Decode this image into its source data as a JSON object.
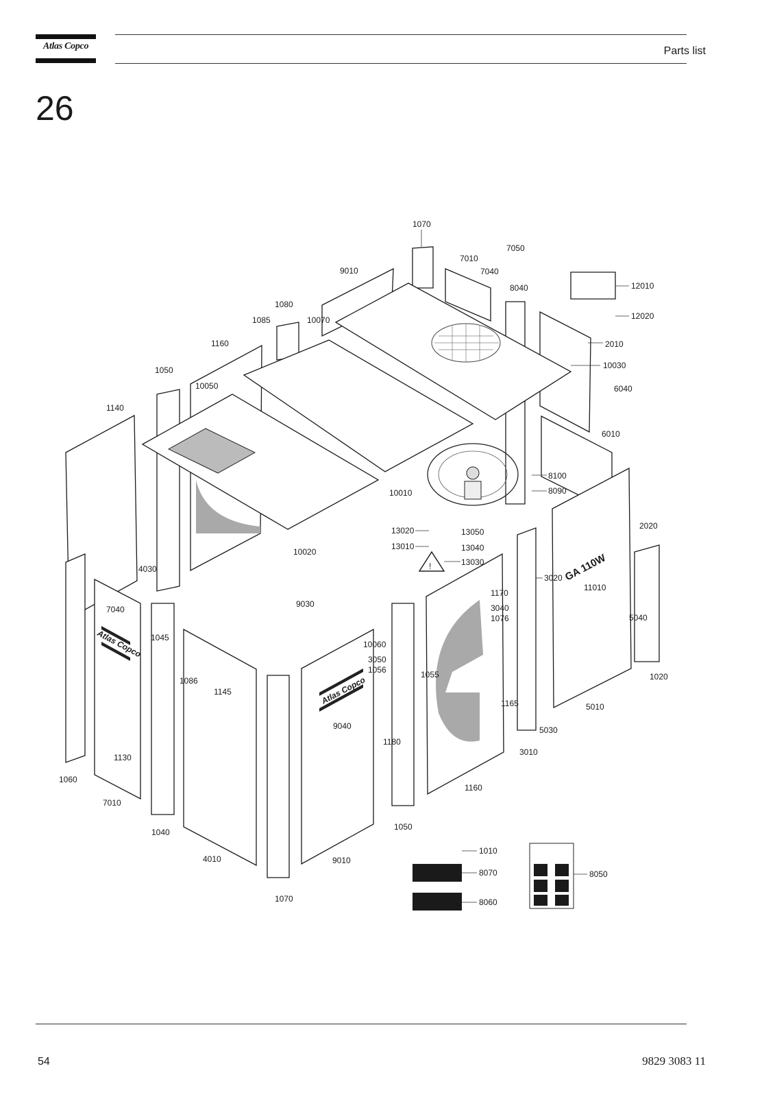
{
  "header": {
    "logo_text": "Atlas Copco",
    "title": "Parts list"
  },
  "section_number": "26",
  "diagram": {
    "labels": [
      "1070",
      "7050",
      "7010",
      "7040",
      "9010",
      "8040",
      "12010",
      "1080",
      "1085",
      "10070",
      "12020",
      "1160",
      "2010",
      "10030",
      "1050",
      "10050",
      "6040",
      "1140",
      "6010",
      "8100",
      "8090",
      "10010",
      "13020",
      "13050",
      "13010",
      "13040",
      "10020",
      "2020",
      "4030",
      "13030",
      "3020",
      "11010",
      "9030",
      "1170",
      "3040",
      "1076",
      "7040",
      "1045",
      "5040",
      "10060",
      "3050",
      "1056",
      "1055",
      "1086",
      "1020",
      "1145",
      "9040",
      "1165",
      "5010",
      "5030",
      "1180",
      "3010",
      "1130",
      "1060",
      "7010",
      "1160",
      "1040",
      "1050",
      "1010",
      "8070",
      "4010",
      "9010",
      "8050",
      "8060",
      "1070"
    ],
    "panel_texts": {
      "brand_text": "Atlas Copco",
      "model_text": "GA 110W",
      "warning_symbol": "!"
    }
  },
  "footer": {
    "page_number": "54",
    "document_number": "9829 3083 11"
  }
}
